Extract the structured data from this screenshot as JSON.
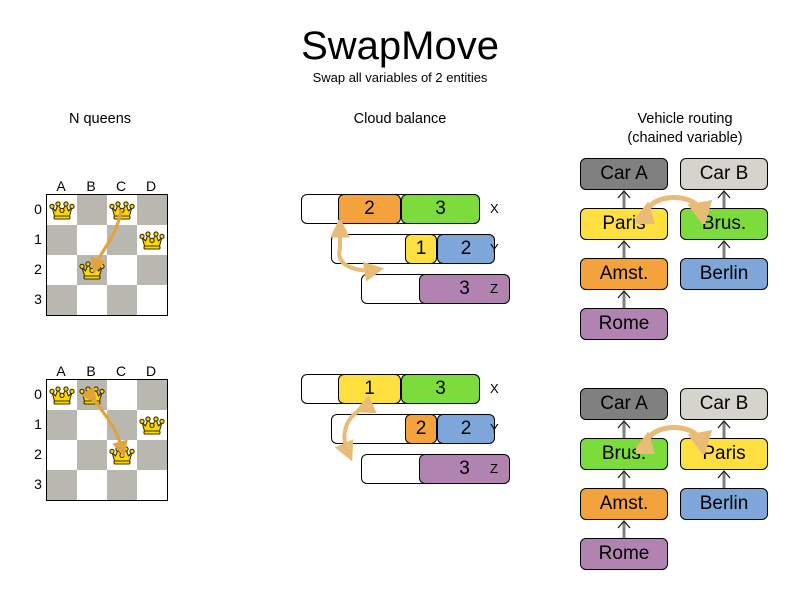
{
  "header": {
    "title": "SwapMove",
    "subtitle": "Swap all variables of 2 entities"
  },
  "sections": {
    "nqueens": {
      "heading": "N queens"
    },
    "cloud": {
      "heading": "Cloud balance"
    },
    "vrp": {
      "heading_line1": "Vehicle routing",
      "heading_line2": "(chained variable)"
    }
  },
  "nqueens": {
    "column_labels": [
      "A",
      "B",
      "C",
      "D"
    ],
    "row_labels": [
      "0",
      "1",
      "2",
      "3"
    ],
    "before": {
      "queens": [
        {
          "col": 0,
          "row": 0,
          "cell": "A0"
        },
        {
          "col": 2,
          "row": 0,
          "cell": "C0"
        },
        {
          "col": 3,
          "row": 1,
          "cell": "D1"
        },
        {
          "col": 1,
          "row": 2,
          "cell": "B2"
        }
      ],
      "swap_arrow": {
        "from": "C0",
        "to": "B2"
      }
    },
    "after": {
      "queens": [
        {
          "col": 0,
          "row": 0,
          "cell": "A0"
        },
        {
          "col": 1,
          "row": 0,
          "cell": "B0"
        },
        {
          "col": 3,
          "row": 1,
          "cell": "D1"
        },
        {
          "col": 2,
          "row": 2,
          "cell": "C2"
        }
      ],
      "swap_arrow": {
        "from": "B2",
        "to": "B0"
      }
    }
  },
  "cloud": {
    "row_labels": [
      "X",
      "Y",
      "Z"
    ],
    "before": {
      "rows": [
        {
          "label": "X",
          "segments": [
            {
              "value": "2",
              "color": "#f4a33c"
            },
            {
              "value": "3",
              "color": "#7cdc3c"
            }
          ]
        },
        {
          "label": "Y",
          "segments": [
            {
              "value": "1",
              "color": "#ffe040"
            },
            {
              "value": "2",
              "color": "#7ea6d8"
            }
          ]
        },
        {
          "label": "Z",
          "segments": [
            {
              "value": "3",
              "color": "#b083b0"
            }
          ]
        }
      ]
    },
    "after": {
      "rows": [
        {
          "label": "X",
          "segments": [
            {
              "value": "1",
              "color": "#ffe040"
            },
            {
              "value": "3",
              "color": "#7cdc3c"
            }
          ]
        },
        {
          "label": "Y",
          "segments": [
            {
              "value": "2",
              "color": "#f4a33c"
            },
            {
              "value": "2",
              "color": "#7ea6d8"
            }
          ]
        },
        {
          "label": "Z",
          "segments": [
            {
              "value": "3",
              "color": "#b083b0"
            }
          ]
        }
      ]
    }
  },
  "vrp": {
    "before": {
      "vehicles": [
        {
          "name": "Car A",
          "color": "#808080"
        },
        {
          "name": "Car B",
          "color": "#d4d4cc"
        }
      ],
      "chain_a": [
        {
          "name": "Paris",
          "color": "#ffe040"
        },
        {
          "name": "Amst.",
          "color": "#f4a33c"
        },
        {
          "name": "Rome",
          "color": "#b083b0"
        }
      ],
      "chain_b": [
        {
          "name": "Brus.",
          "color": "#7cdc3c"
        },
        {
          "name": "Berlin",
          "color": "#7ea6d8"
        }
      ],
      "swap_arrow": {
        "from": "Paris",
        "to": "Brus."
      }
    },
    "after": {
      "vehicles": [
        {
          "name": "Car A",
          "color": "#808080"
        },
        {
          "name": "Car B",
          "color": "#d4d4cc"
        }
      ],
      "chain_a": [
        {
          "name": "Brus.",
          "color": "#7cdc3c"
        },
        {
          "name": "Amst.",
          "color": "#f4a33c"
        },
        {
          "name": "Rome",
          "color": "#b083b0"
        }
      ],
      "chain_b": [
        {
          "name": "Paris",
          "color": "#ffe040"
        },
        {
          "name": "Berlin",
          "color": "#7ea6d8"
        }
      ],
      "swap_arrow": {
        "from": "Brus.",
        "to": "Paris"
      }
    }
  },
  "colors": {
    "arrow": "#e0a33e",
    "arrow_light": "#e8bb77",
    "board_dark": "#b8b8b0",
    "board_light": "#ffffff",
    "queen_body": "#ffd700",
    "link": "#808080"
  }
}
